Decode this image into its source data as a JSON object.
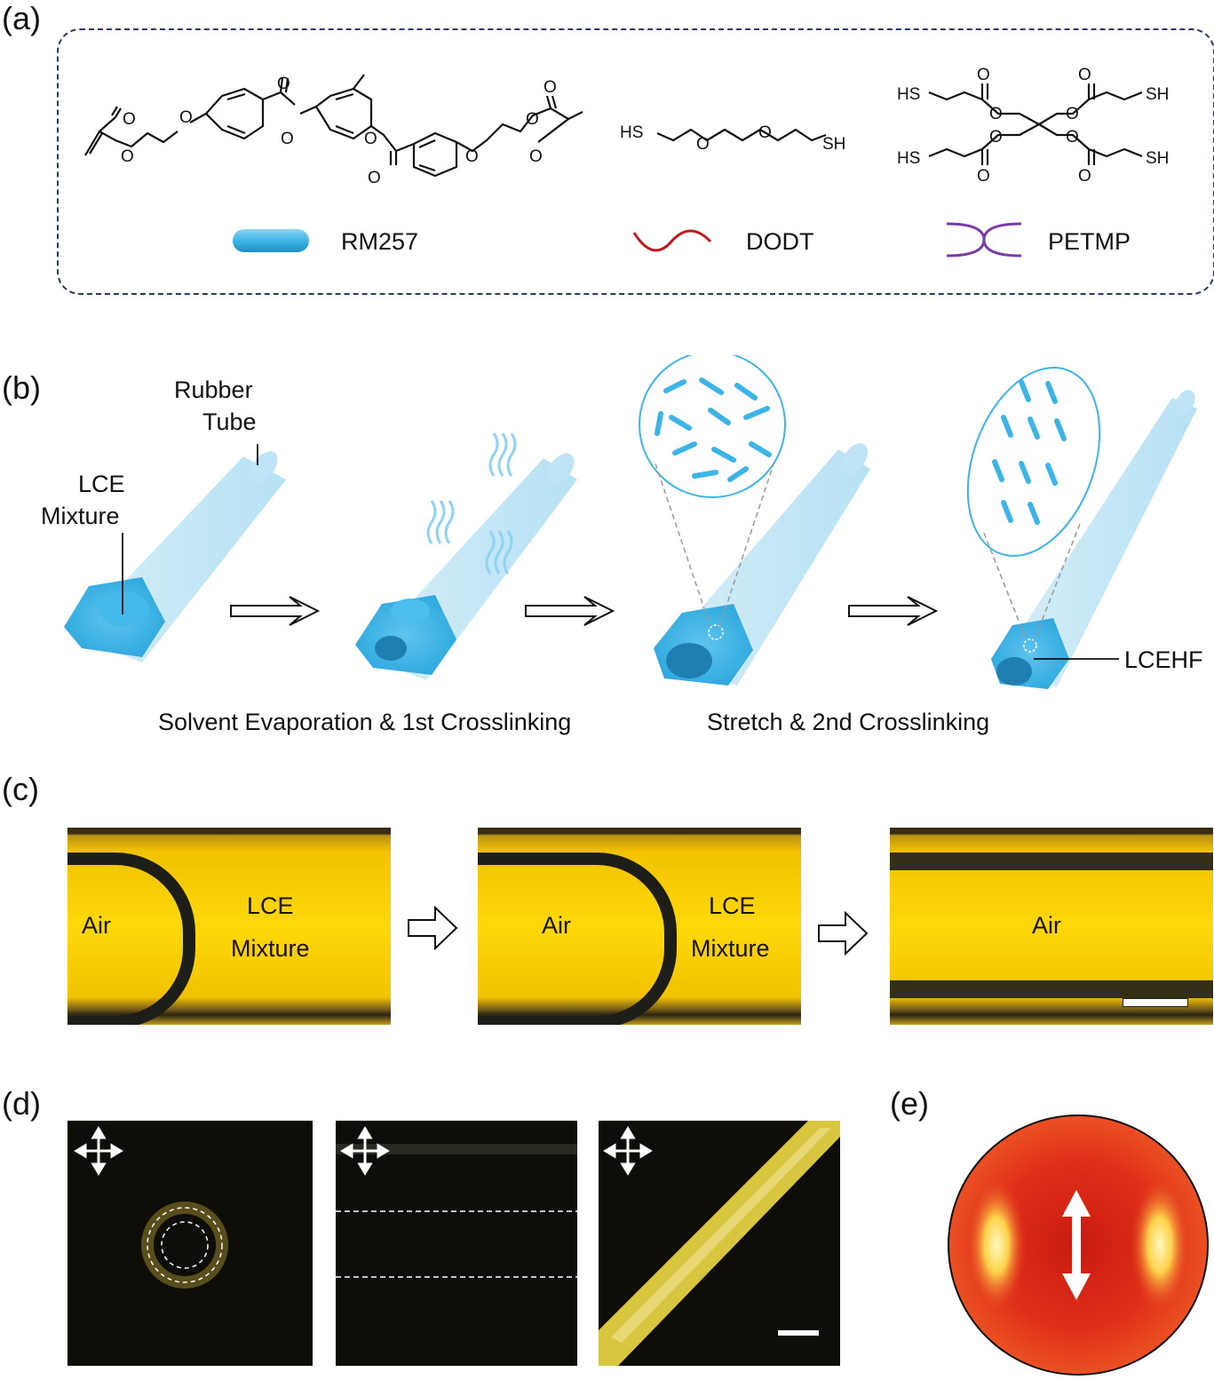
{
  "panels": {
    "a": "(a)",
    "b": "(b)",
    "c": "(c)",
    "d": "(d)",
    "e": "(e)"
  },
  "panel_a": {
    "legend": {
      "rm257": "RM257",
      "dodt": "DODT",
      "petmp": "PETMP"
    },
    "atoms": {
      "O": "O",
      "HS": "HS",
      "SH": "SH"
    }
  },
  "panel_b": {
    "rubber_tube": [
      "Rubber",
      "Tube"
    ],
    "lce_mixture": [
      "LCE",
      "Mixture"
    ],
    "lcehf": "LCEHF",
    "caption_1": "Solvent Evaporation & 1st Crosslinking",
    "caption_2": "Stretch & 2nd Crosslinking"
  },
  "panel_c": {
    "air": "Air",
    "lce_mixture": [
      "LCE",
      "Mixture"
    ]
  },
  "colors": {
    "dashed_border": "#2a3a66",
    "rm257_blue": "#3db4e6",
    "dodt_red": "#c0161f",
    "petmp_purple": "#7a3aa8",
    "micro_yellow": "#f2c200",
    "pol_yellow": "#d9c640",
    "xray_red": "#e0301a"
  }
}
